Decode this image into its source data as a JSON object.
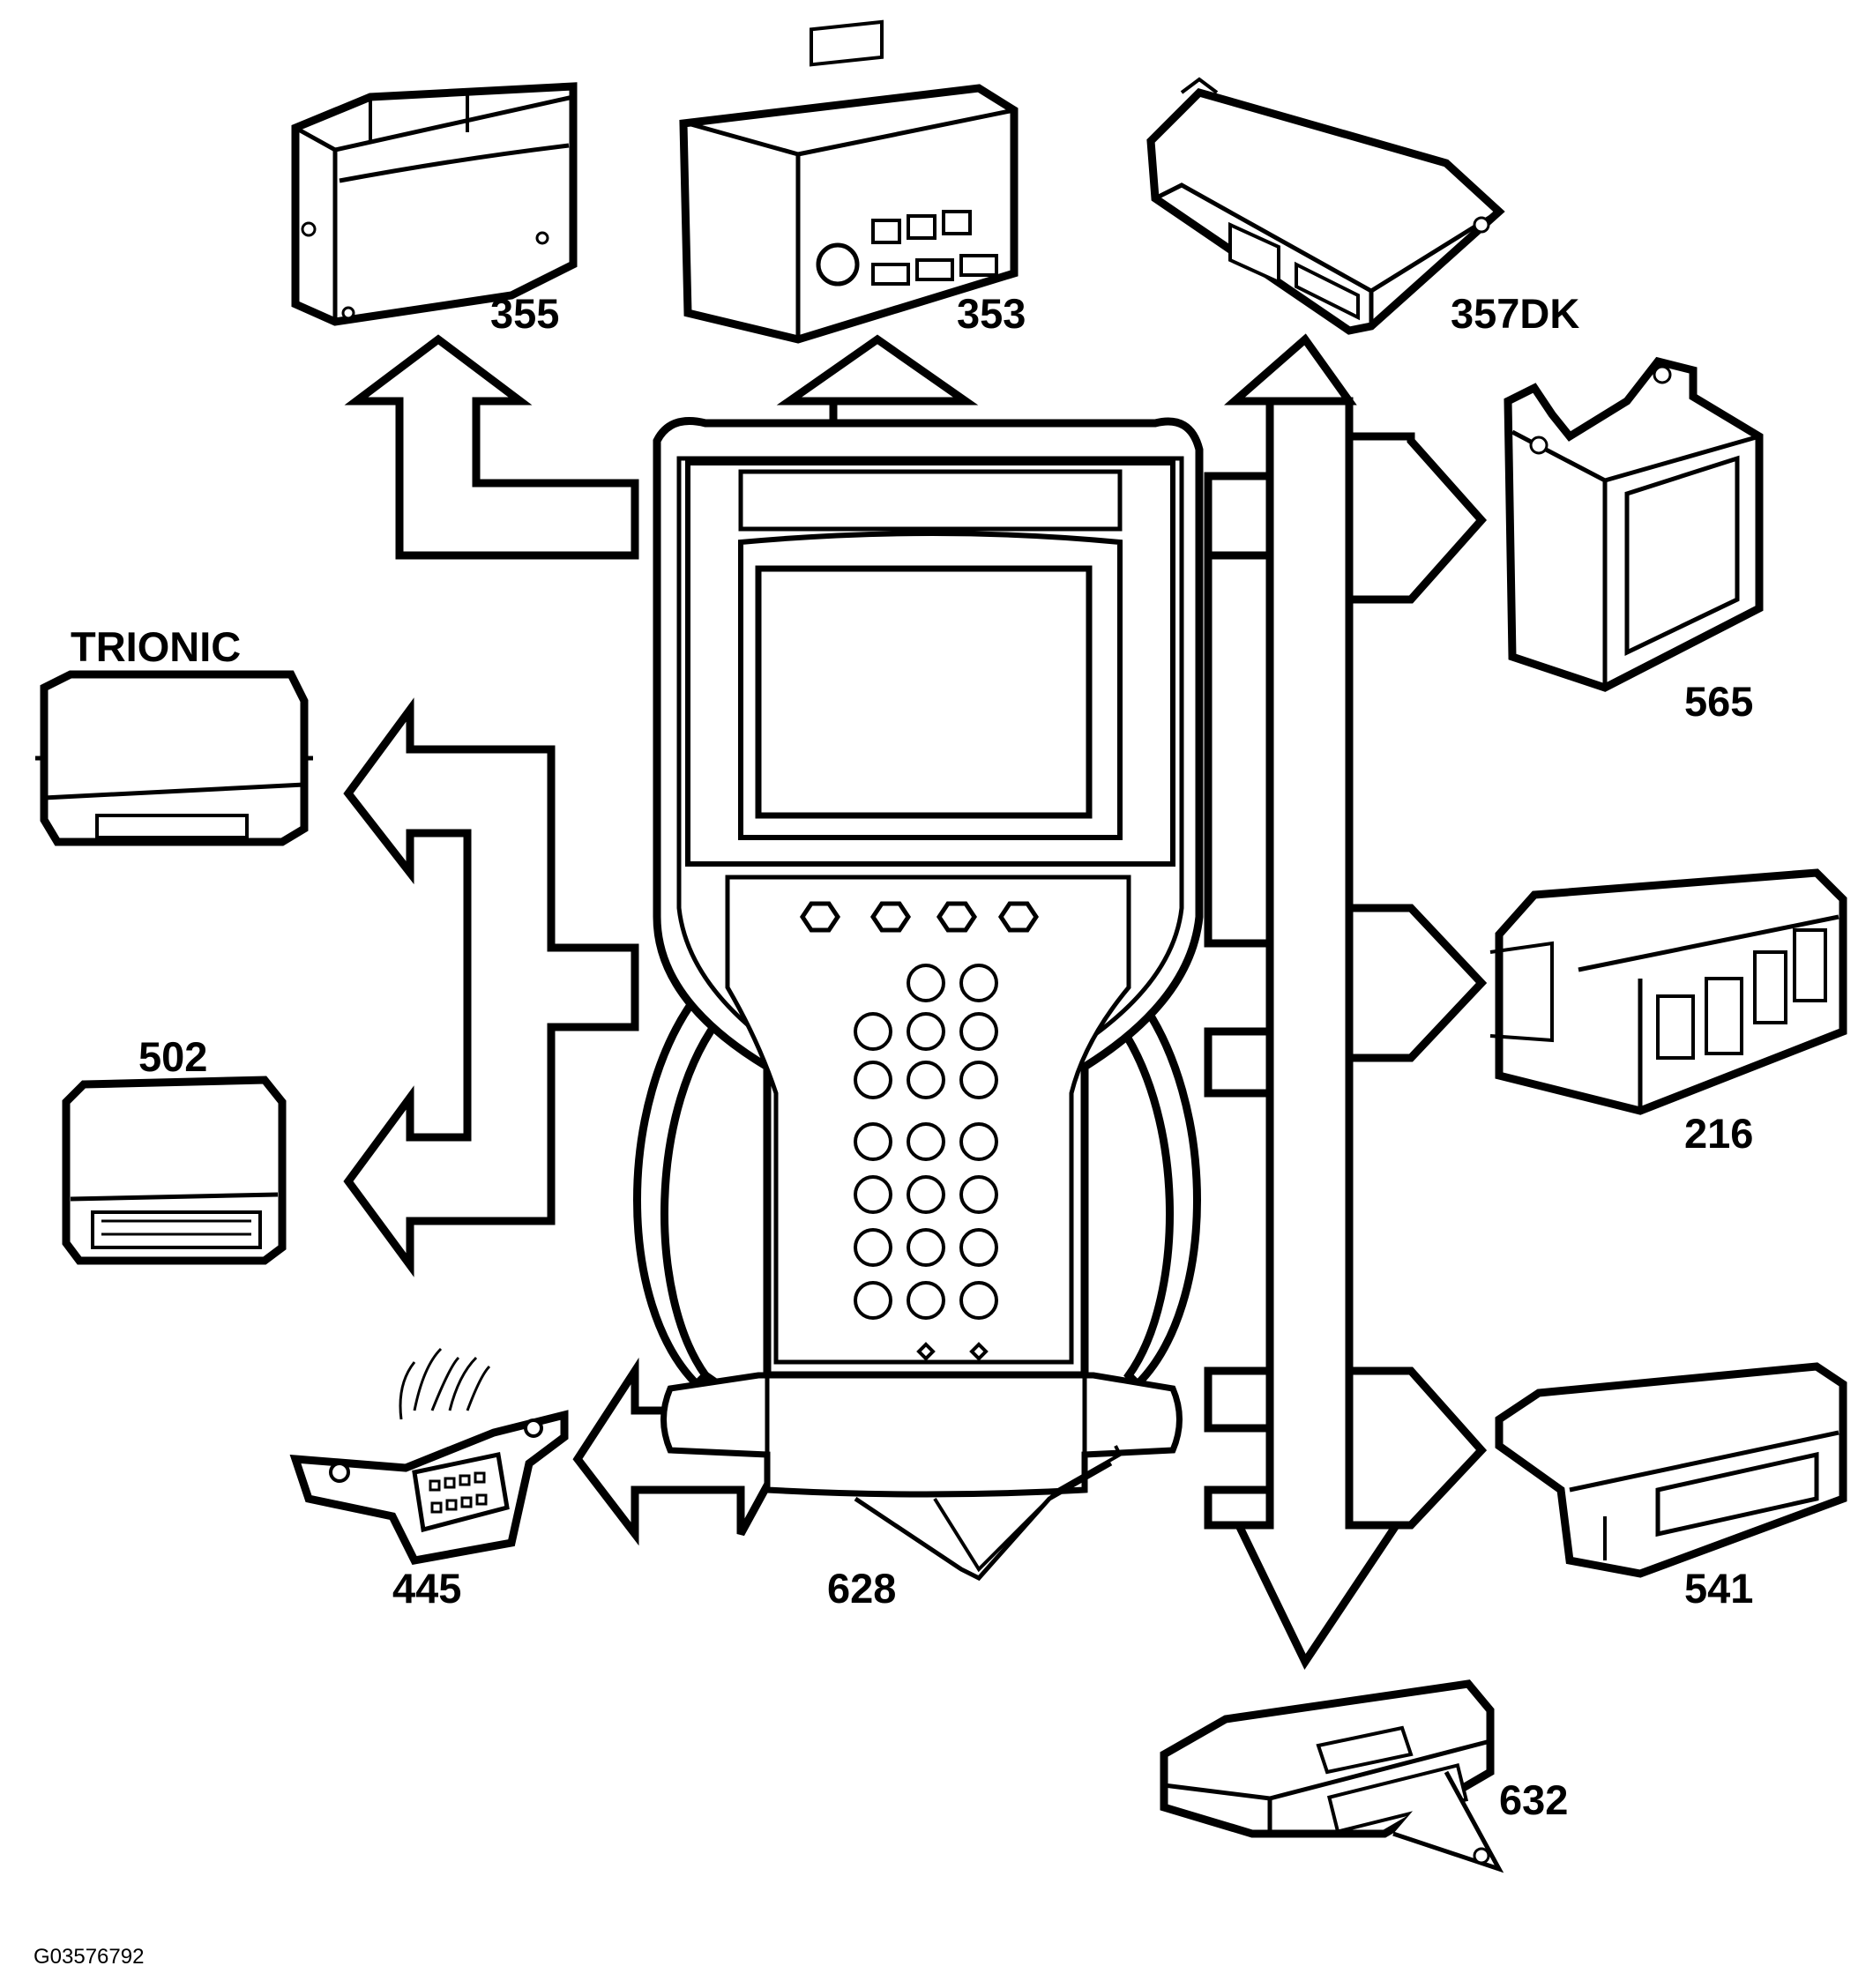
{
  "figure_ref": "G03576792",
  "center_device": {
    "label": "628"
  },
  "modules": [
    {
      "id": "355",
      "label": "355"
    },
    {
      "id": "353",
      "label": "353"
    },
    {
      "id": "357dk",
      "label": "357DK"
    },
    {
      "id": "565",
      "label": "565"
    },
    {
      "id": "trionic",
      "label": "TRIONIC"
    },
    {
      "id": "502",
      "label": "502"
    },
    {
      "id": "216",
      "label": "216"
    },
    {
      "id": "445",
      "label": "445"
    },
    {
      "id": "541",
      "label": "541"
    },
    {
      "id": "632",
      "label": "632"
    }
  ],
  "colors": {
    "line": "#000000",
    "background": "#ffffff"
  }
}
